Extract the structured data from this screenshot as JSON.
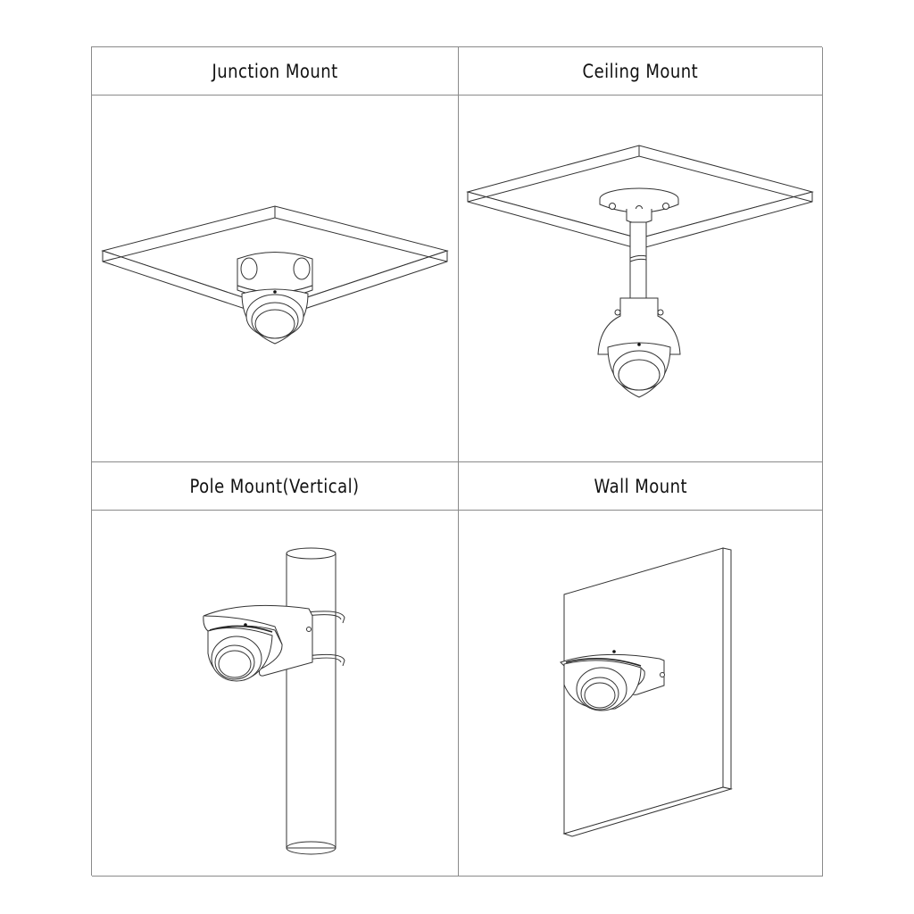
{
  "figure": {
    "type": "installation-mount-options-grid",
    "line_color": "#8a8a8a",
    "background": "#ffffff",
    "panels": [
      {
        "id": "junction",
        "title": "Junction Mount",
        "illustration": "dome-camera-on-junction-box-under-ceiling"
      },
      {
        "id": "ceiling",
        "title": "Ceiling Mount",
        "illustration": "dome-camera-on-pendant-pole-under-ceiling"
      },
      {
        "id": "pole",
        "title": "Pole Mount(Vertical)",
        "illustration": "dome-camera-on-bracket-strapped-to-vertical-pole"
      },
      {
        "id": "wall",
        "title": "Wall Mount",
        "illustration": "dome-camera-on-wall-bracket"
      }
    ]
  }
}
